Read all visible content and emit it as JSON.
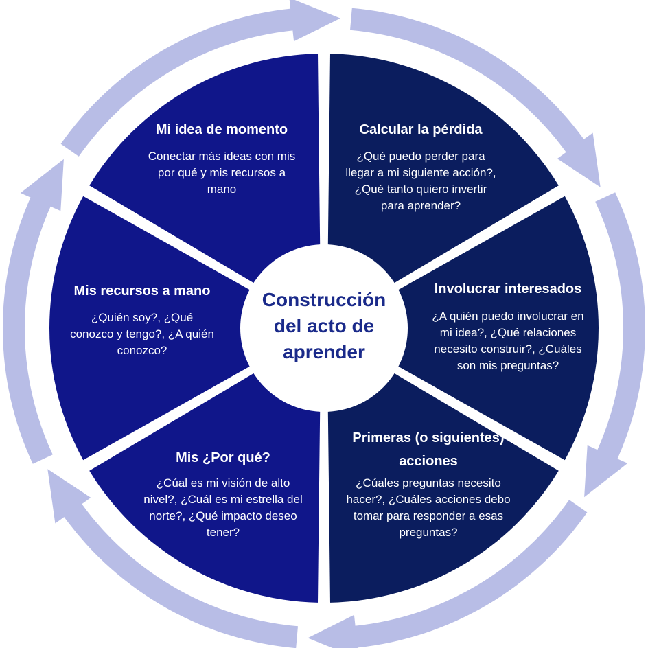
{
  "colors": {
    "ring": "#b8bde6",
    "segment_left": "#10168a",
    "segment_right": "#0b1d5e",
    "center_fill": "#ffffff",
    "center_text": "#1a2a8a",
    "segment_text": "#ffffff"
  },
  "center": {
    "label": "Construcción del acto de aprender"
  },
  "segments": [
    {
      "title": "Mi idea de momento",
      "body": "Conectar más ideas con mis por qué y mis recursos a mano"
    },
    {
      "title": "Calcular la pérdida",
      "body": "¿Qué puedo perder para llegar a mi siguiente acción?, ¿Qué tanto quiero invertir para aprender?"
    },
    {
      "title": "Involucrar interesados",
      "body": "¿A quién puedo involucrar en mi idea?, ¿Qué relaciones necesito construir?, ¿Cuáles son mis preguntas?"
    },
    {
      "title": "Primeras (o siguientes) acciones",
      "body": "¿Cúales preguntas necesito hacer?, ¿Cuáles acciones debo tomar para responder a esas preguntas?"
    },
    {
      "title": "Mis ¿Por qué?",
      "body": "¿Cúal es mi visión de alto nivel?, ¿Cuál es mi estrella del norte?, ¿Qué impacto deseo tener?"
    },
    {
      "title": "Mis recursos a mano",
      "body": "¿Quién soy?, ¿Qué conozco y tengo?, ¿A quién conozco?"
    }
  ]
}
